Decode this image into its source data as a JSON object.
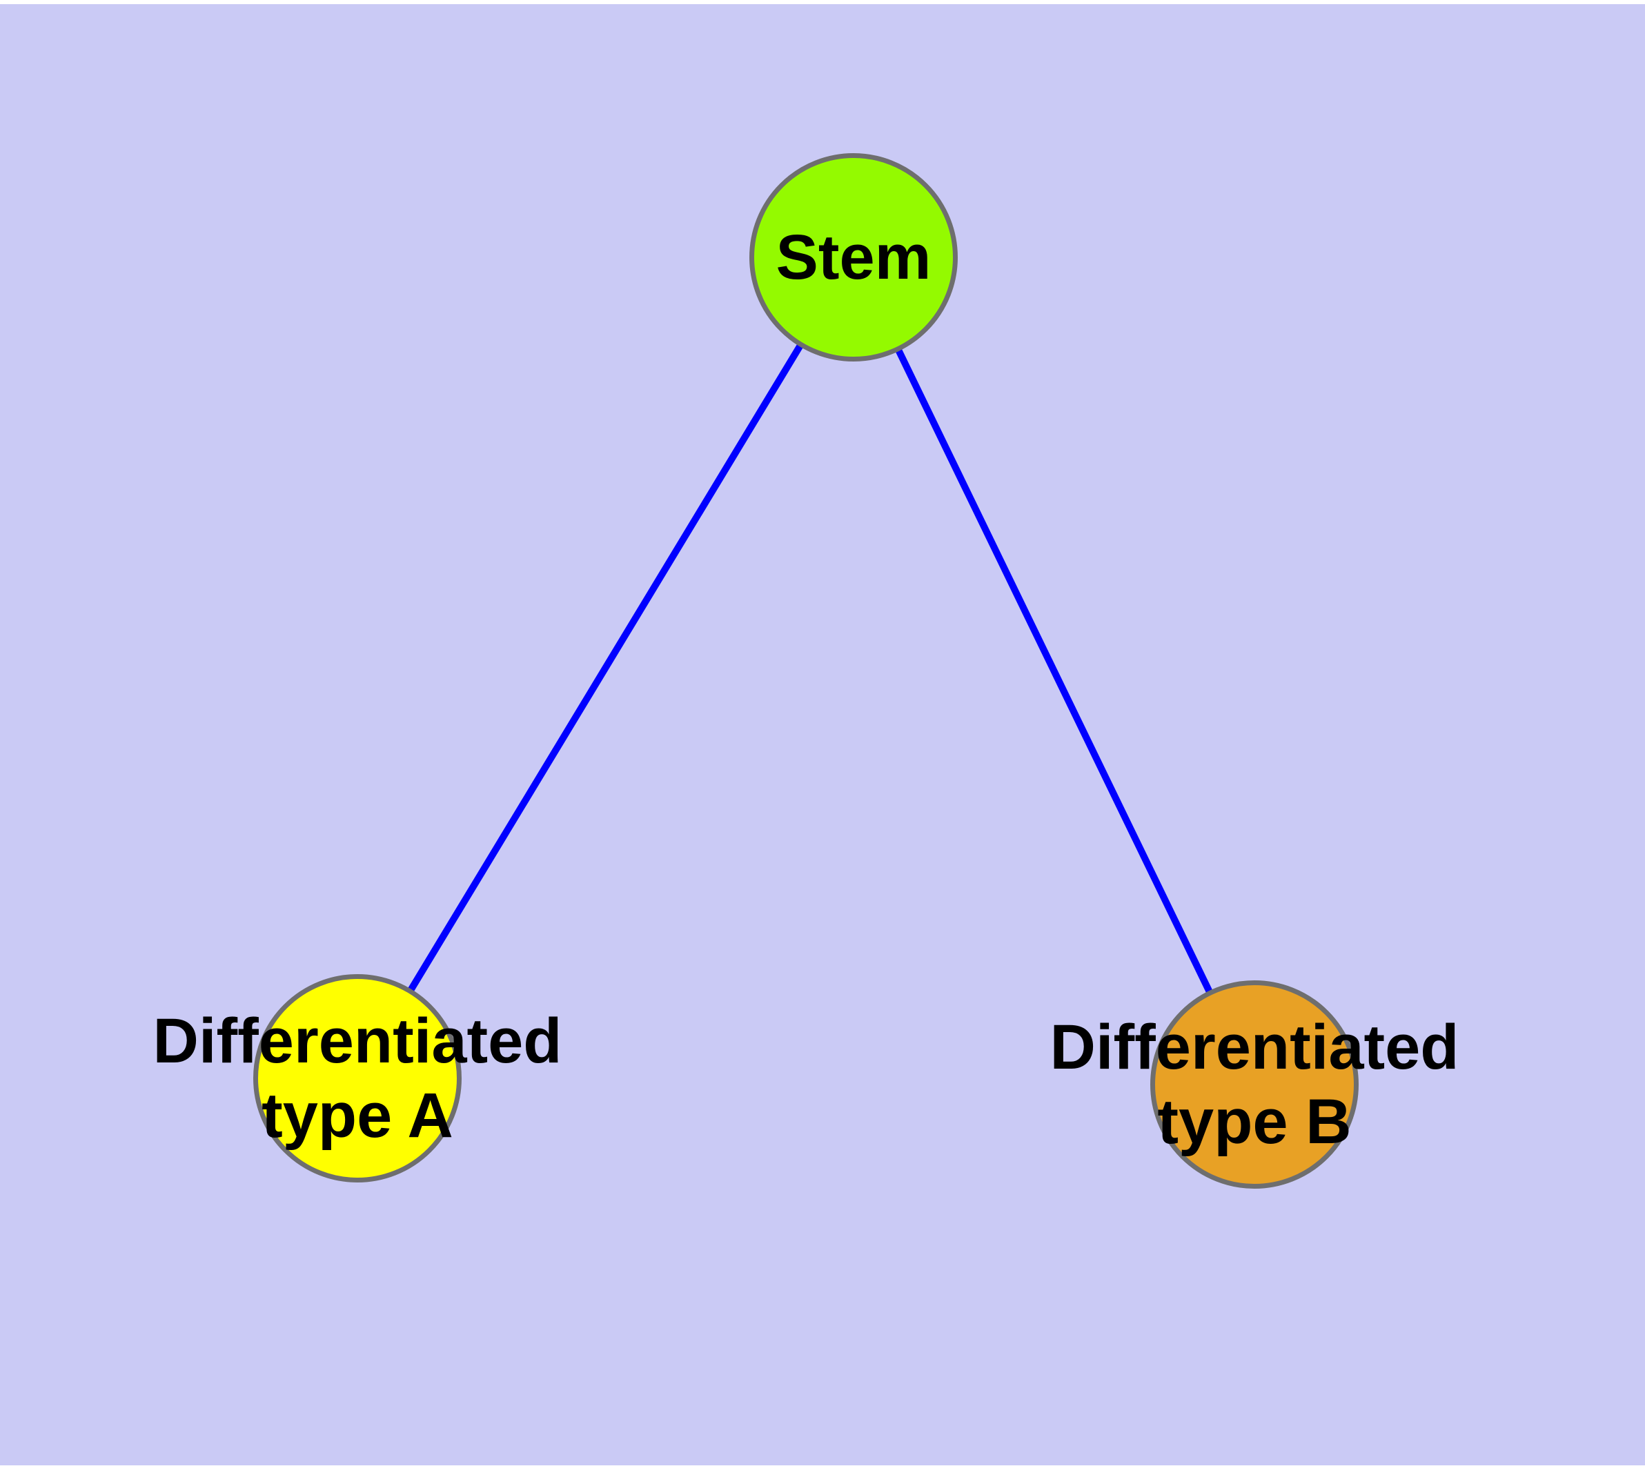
{
  "diagram": {
    "type": "graph",
    "colors": {
      "background": "#CACAF5",
      "page_margin": "#FFFFFF",
      "edge": "#0000FF",
      "node_border": "#6E6E6E",
      "label_text": "#000000"
    },
    "nodes": [
      {
        "id": "stem",
        "label": "Stem",
        "fill": "#94FA00"
      },
      {
        "id": "type_a",
        "label": "Differentiated\ntype A",
        "fill": "#FFFF00"
      },
      {
        "id": "type_b",
        "label": "Differentiated\ntype B",
        "fill": "#E8A125"
      }
    ],
    "edges": [
      {
        "from": "stem",
        "to": "type_a"
      },
      {
        "from": "stem",
        "to": "type_b"
      }
    ]
  }
}
